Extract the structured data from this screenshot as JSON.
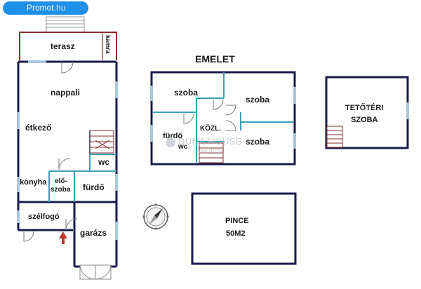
{
  "badge": {
    "name": "Promot",
    "tld": ".hu"
  },
  "watermark": {
    "name": "DUNA HOUSE",
    "url": "www.dh.hu"
  },
  "floors": {
    "ground": {
      "rooms": {
        "terasz": "terasz",
        "kamra": "kamra",
        "nappali": "nappali",
        "etkezo": "étkező",
        "wc": "wc",
        "konyha": "konyha",
        "eloszoba_1": "elő-",
        "eloszoba_2": "szoba",
        "furdo": "fürdő",
        "szelfogo": "szélfogó",
        "garazs": "garázs"
      }
    },
    "upper": {
      "title": "EMELET",
      "rooms": {
        "szoba_1": "szoba",
        "szoba_2": "szoba",
        "szoba_3": "szoba",
        "furdo": "fürdő",
        "furdo_suffix": "wc",
        "kozl": "KÖZL."
      }
    },
    "attic": {
      "line1": "TETŐTÉRI",
      "line2": "SZOBA"
    },
    "cellar": {
      "line1": "PINCE",
      "line2": "50M2"
    }
  },
  "colors": {
    "wall": "#191a4d",
    "partition": "#3a9fb8",
    "terrace_wall": "#8b2a2a",
    "window": "#a8c8d8",
    "entrance_arrow": "#c0392b",
    "badge": "#1e90e8"
  }
}
